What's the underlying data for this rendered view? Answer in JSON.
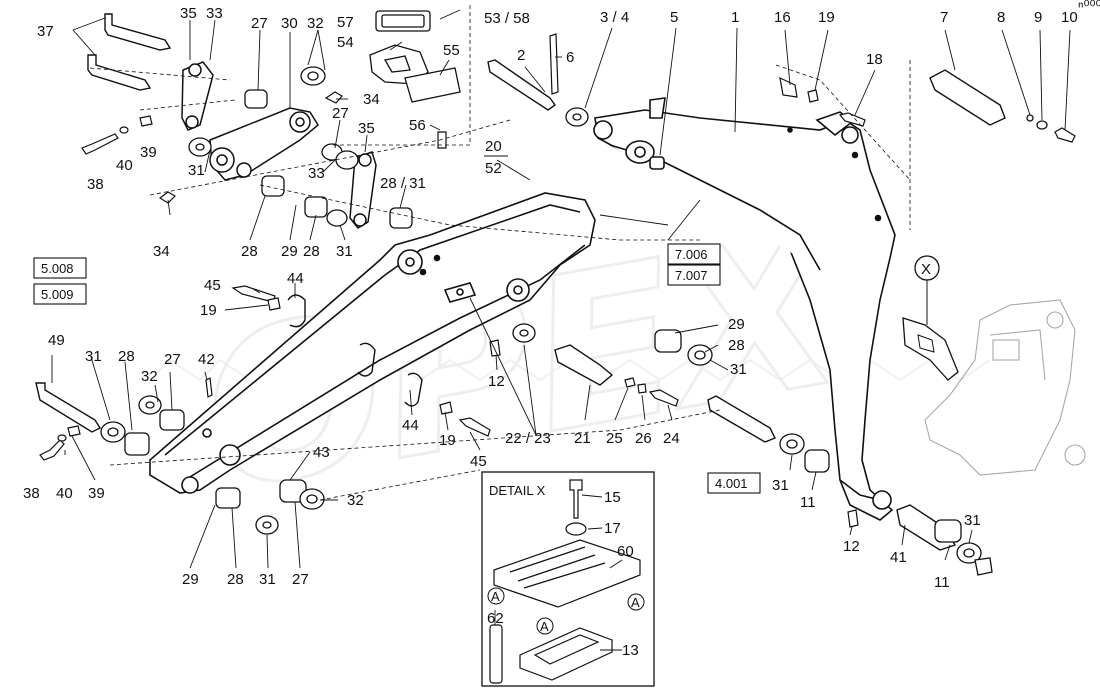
{
  "watermark": "OPEX",
  "page_marker": "ⁿ⁰⁰⁰",
  "reference_boxes": {
    "ref_5008": "5.008",
    "ref_5009": "5.009",
    "ref_7006": "7.006",
    "ref_7007": "7.007",
    "ref_4001": "4.001"
  },
  "detail": {
    "title": "DETAIL X",
    "marker": "X",
    "view_mark": "A"
  },
  "callouts": {
    "c1": "1",
    "c2": "2",
    "c3_4": "3 / 4",
    "c5": "5",
    "c6": "6",
    "c7": "7",
    "c8": "8",
    "c9": "9",
    "c10": "10",
    "c11a": "11",
    "c11b": "11",
    "c12a": "12",
    "c12b": "12",
    "c13": "13",
    "c15": "15",
    "c16": "16",
    "c17": "17",
    "c18": "18",
    "c19a": "19",
    "c19b": "19",
    "c19c": "19",
    "c20": "20",
    "c52": "52",
    "c21": "21",
    "c22_23": "22 / 23",
    "c24": "24",
    "c25": "25",
    "c26": "26",
    "c27a": "27",
    "c27b": "27",
    "c27c": "27",
    "c27d": "27",
    "c28a": "28",
    "c28b": "28",
    "c28c": "28",
    "c28d": "28",
    "c28_31": "28 / 31",
    "c29a": "29",
    "c29b": "29",
    "c29c": "29",
    "c30": "30",
    "c31a": "31",
    "c31b": "31",
    "c31c": "31",
    "c31d": "31",
    "c31e": "31",
    "c31f": "31",
    "c31g": "31",
    "c32a": "32",
    "c32b": "32",
    "c32c": "32",
    "c33a": "33",
    "c33b": "33",
    "c34a": "34",
    "c34b": "34",
    "c35a": "35",
    "c35b": "35",
    "c37": "37",
    "c38a": "38",
    "c38b": "38",
    "c39a": "39",
    "c39b": "39",
    "c40a": "40",
    "c40b": "40",
    "c41": "41",
    "c42": "42",
    "c43": "43",
    "c44a": "44",
    "c44b": "44",
    "c45a": "45",
    "c45b": "45",
    "c49": "49",
    "c53_58": "53 / 58",
    "c54": "54",
    "c55": "55",
    "c56": "56",
    "c57": "57",
    "c60": "60",
    "c62": "62"
  }
}
